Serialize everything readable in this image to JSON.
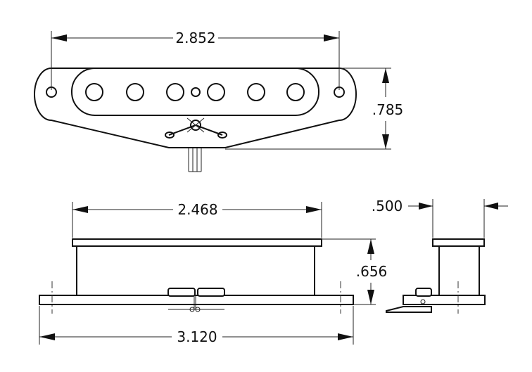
{
  "dimensions": {
    "top_width": "2.852",
    "top_height": ".785",
    "body_width": "2.468",
    "body_height": ".656",
    "base_width": "3.120",
    "side_width": ".500"
  }
}
